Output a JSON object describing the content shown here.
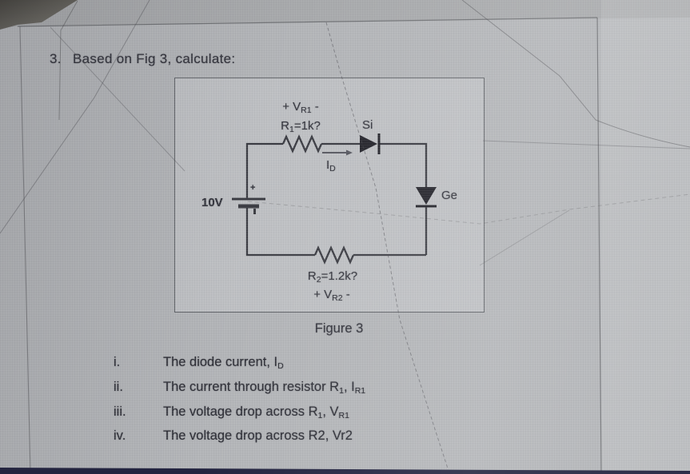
{
  "title": {
    "number": "3.",
    "text": "Based on Fig 3, calculate:"
  },
  "figure": {
    "caption": "Figure 3",
    "source_label": "10V",
    "battery_plus": "+",
    "vr1": {
      "pre": "+ V",
      "sub": "R1",
      "post": " -"
    },
    "r1": {
      "pre": "R",
      "sub": "1",
      "post": "=1k?"
    },
    "id": {
      "pre": "I",
      "sub": "D"
    },
    "si": "Si",
    "ge": "Ge",
    "r2": {
      "pre": "R",
      "sub": "2",
      "post": "=1.2k?"
    },
    "vr2": {
      "pre": "+ V",
      "sub": "R2",
      "post": " -"
    }
  },
  "questions": {
    "items": [
      {
        "numeral": "i.",
        "seg0": "The diode current, I",
        "sub0": "D"
      },
      {
        "numeral": "ii.",
        "seg0": "The current through resistor R",
        "sub0": "1",
        "seg1": ", I",
        "sub1": "R1"
      },
      {
        "numeral": "iii.",
        "seg0": "The voltage drop across R",
        "sub0": "1",
        "seg1": ", V",
        "sub1": "R1"
      },
      {
        "numeral": "iv.",
        "seg0": "The voltage drop across R2, Vr2"
      }
    ]
  },
  "colors": {
    "screen_background": "#b3b5b8",
    "ink": "#2c2d35",
    "bottom_edge_bar": "#232440",
    "bezel_corner": "#55534c"
  }
}
